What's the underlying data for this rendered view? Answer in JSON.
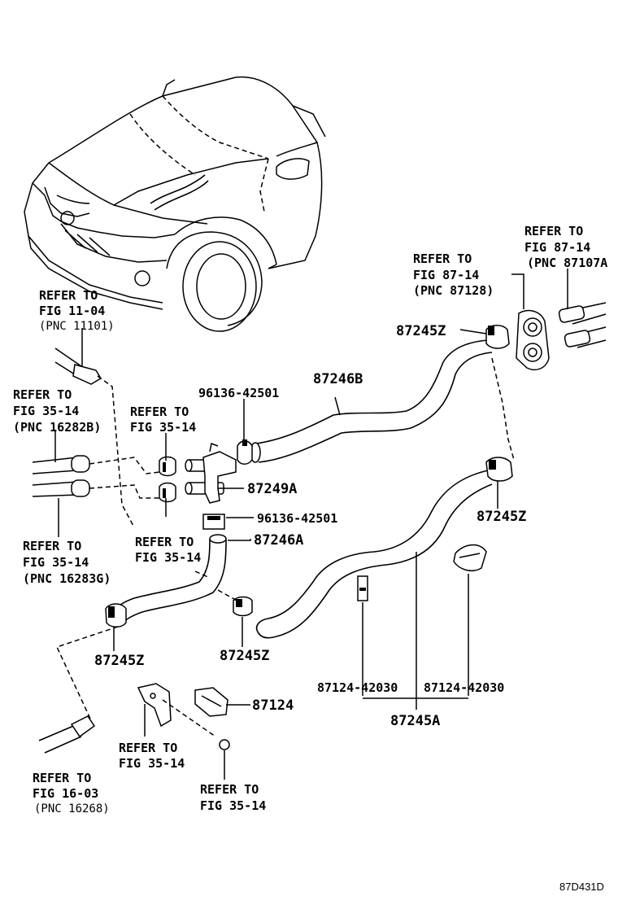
{
  "refs": [
    {
      "line1": "REFER TO",
      "line2": "FIG 11-04",
      "line3": "(PNC 11101)"
    },
    {
      "line1": "REFER TO",
      "line2": "FIG 35-14",
      "line3": "(PNC 16282B)"
    },
    {
      "line1": "REFER TO",
      "line2": "FIG 35-14",
      "line3": ""
    },
    {
      "line1": "REFER TO",
      "line2": "FIG 35-14",
      "line3": "(PNC 16283G)"
    },
    {
      "line1": "REFER TO",
      "line2": "FIG 35-14",
      "line3": ""
    },
    {
      "line1": "REFER TO",
      "line2": "FIG 87-14",
      "line3": "(PNC 87128)"
    },
    {
      "line1": "REFER TO",
      "line2": "FIG 87-14",
      "line3": "(PNC 87107A"
    },
    {
      "line1": "REFER TO",
      "line2": "FIG 16-03",
      "line3": "(PNC 16268)"
    },
    {
      "line1": "REFER TO",
      "line2": "FIG 35-14",
      "line3": ""
    },
    {
      "line1": "REFER TO",
      "line2": "FIG 35-14",
      "line3": ""
    }
  ],
  "parts": {
    "p87246B": "87246B",
    "p96136_top": "96136-42501",
    "p87249A": "87249A",
    "p96136_mid": "96136-42501",
    "p87246A": "87246A",
    "p87245Z_top": "87245Z",
    "p87245Z_right": "87245Z",
    "p87245Z_left": "87245Z",
    "p87245Z_mid": "87245Z",
    "p87124": "87124",
    "p87124_42030_a": "87124-42030",
    "p87124_42030_b": "87124-42030",
    "p87245A": "87245A"
  },
  "figure_id": "87D431D"
}
